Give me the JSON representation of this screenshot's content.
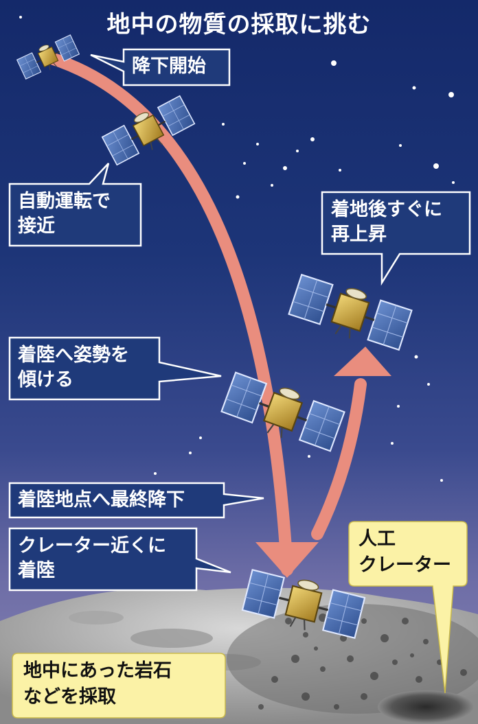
{
  "title": "地中の物質の採取に挑む",
  "labels": {
    "descent_start": "降下開始",
    "auto_approach": [
      "自動運転で",
      "接近"
    ],
    "tilt": [
      "着陸へ姿勢を",
      "傾ける"
    ],
    "final_descent": "着陸地点へ最終降下",
    "land": [
      "クレーター近くに",
      "着陸"
    ],
    "reascent": [
      "着地後すぐに",
      "再上昇"
    ],
    "crater": [
      "人工",
      "クレーター"
    ],
    "sample": [
      "地中にあった岩石",
      "などを採取"
    ]
  },
  "colors": {
    "sky_top": "#14296a",
    "arrow": "#e98d7e",
    "callout_dark_bg": "#1f3a7a",
    "callout_yellow_bg": "#fbf2a6",
    "solar_panel": "#4a6fb0",
    "probe_body": "#d9b64a"
  },
  "icons": [
    "spacecraft-icon",
    "asteroid-surface",
    "crater-icon",
    "star-icon"
  ]
}
